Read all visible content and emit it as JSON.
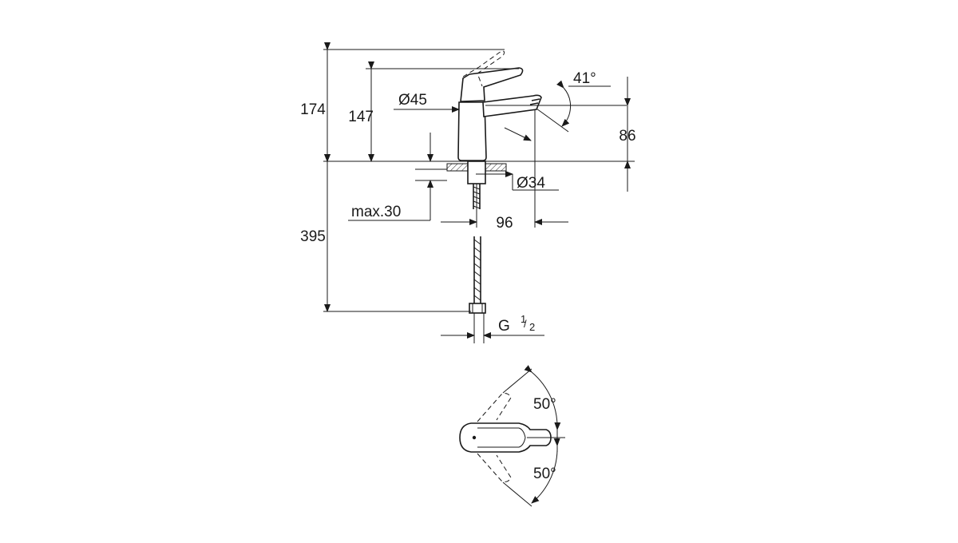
{
  "labels": {
    "h_total": "174",
    "h_spout": "147",
    "dia_body": "Ø45",
    "angle_spout": "41°",
    "h_outlet": "86",
    "dia_base": "Ø34",
    "max_thickness": "max.30",
    "projection": "96",
    "hose_length": "395",
    "thread_main": "G",
    "thread_num": "1",
    "thread_den": "2",
    "angle_left": "50°",
    "angle_right": "50°"
  },
  "colors": {
    "line": "#1a1a1a",
    "background": "#ffffff"
  }
}
